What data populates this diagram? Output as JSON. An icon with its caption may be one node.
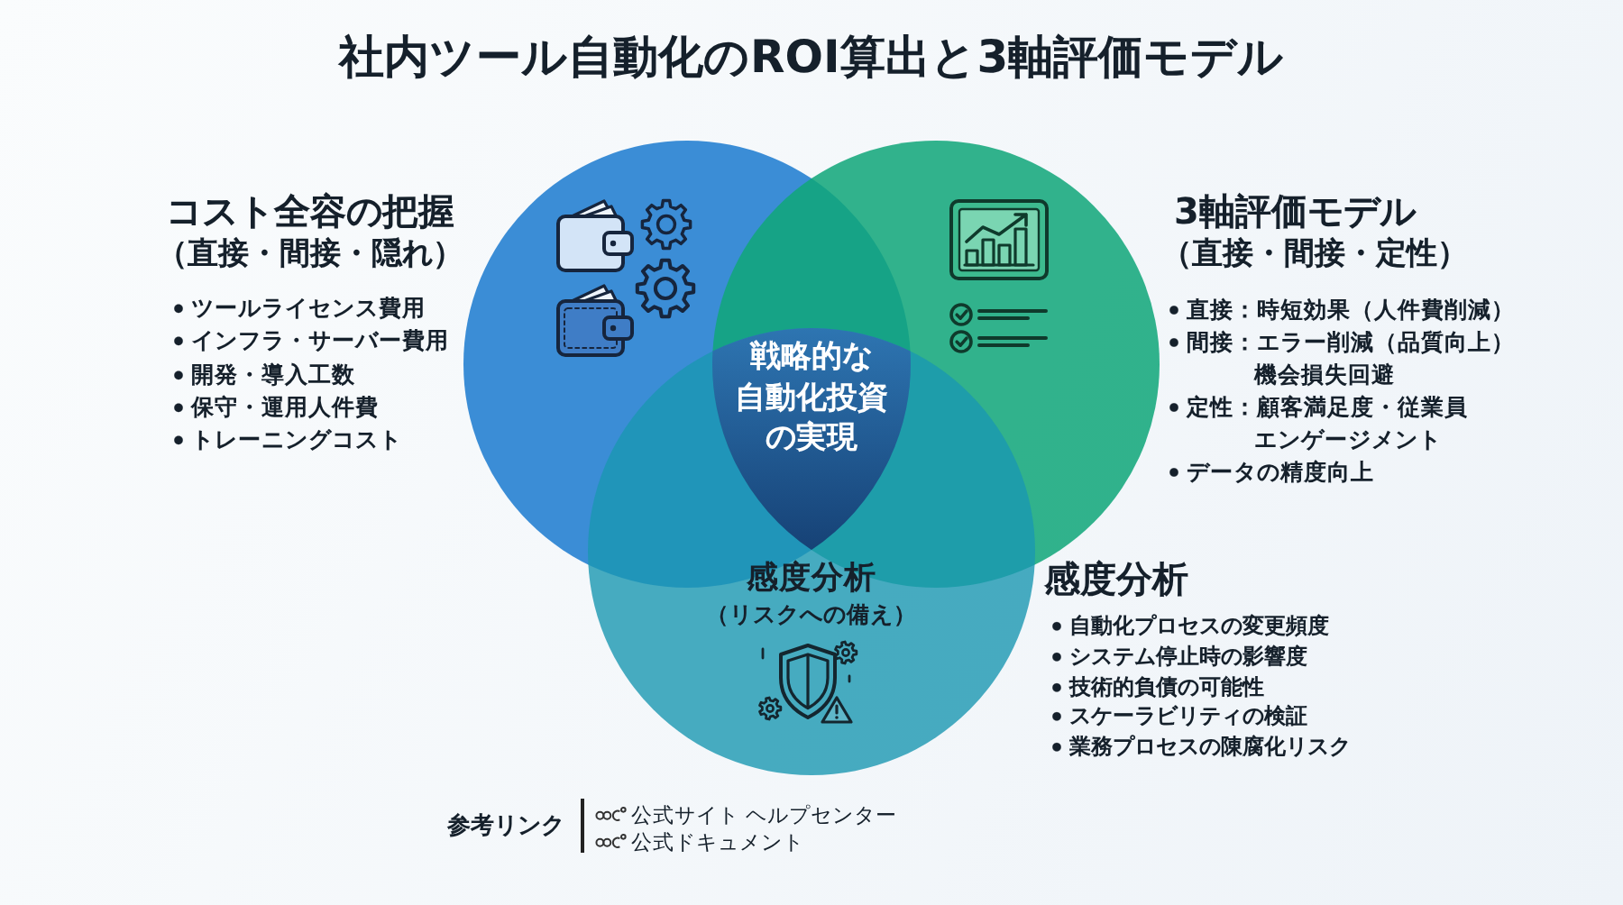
{
  "diagram": {
    "title": "社内ツール自動化のROI算出と3軸評価モデル",
    "nodes": [
      {
        "text": [
          "コスト全容の把握",
          "（直接・間接・隠れ）"
        ],
        "beside": [
          "ツールライセンス費用",
          "インフラ・サーバー費用",
          "開発・導入工数",
          "保守・運用人件費",
          "トレーニングコスト"
        ]
      },
      {
        "text": [
          "3軸評価モデル",
          "（直接・間接・定性）"
        ],
        "beside": [
          "直接：時短効果（人件費削減）",
          "間接：エラー削減（品質向上）",
          "機会損失回避",
          "定性：顧客満足度・従業員エンゲージメント",
          "データの精度向上"
        ]
      },
      {
        "text": [
          "感度分析",
          "（リスクへの備え）"
        ],
        "beside": [
          "感度分析",
          "自動化プロセスの変更頻度",
          "システム停止時の影響度",
          "技術的負債の可能性",
          "スケーラビリティの検証",
          "業務プロセスの陳腐化リスク"
        ]
      },
      {
        "text": [
          "戦略的な自動化投資の実現"
        ]
      }
    ],
    "labels": [
      "参考リンク",
      "公式サイト ヘルプセンター",
      "公式ドキュメント"
    ]
  }
}
